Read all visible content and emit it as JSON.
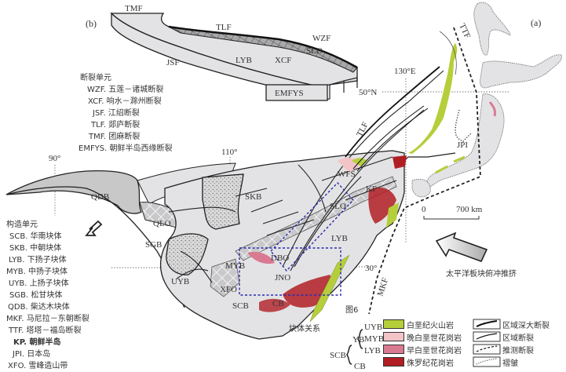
{
  "panel_b": {
    "tag": "(b)",
    "labels": {
      "TMF": "TMF",
      "TLF": "TLF",
      "WZF": "WZF",
      "SLO": "SLO",
      "XCF": "XCF",
      "LYB": "LYB",
      "JSF": "JSF",
      "EMFYS": "EMFYS"
    },
    "fault_units_title": "断裂单元",
    "fault_units": [
      "WZF. 五莲－诸城断裂",
      "XCF. 响水－滁州断裂",
      "JSF. 江绍断裂",
      "TLF. 郯庐断裂",
      "TMF. 团麻断裂",
      "EMFYS. 朝鲜半岛西缘断裂"
    ]
  },
  "panel_a": {
    "tag": "(a)",
    "grid": {
      "lon90": "90°",
      "lon110": "110°",
      "lon130": "130°E",
      "lat50": "50°N",
      "lat30": "30°"
    },
    "map_labels": {
      "QDB": "QDB",
      "QLO": "QLO",
      "SGB": "SGB",
      "SKB": "SKB",
      "SLO": "SLO",
      "LYB": "LYB",
      "MYB": "MYB",
      "UYB": "UYB",
      "DBO": "DBO",
      "JNO": "JNO",
      "XFO": "XFO",
      "SCB": "SCB",
      "CB": "CB",
      "KP": "KP",
      "WFS": "WFS",
      "JPI": "JPI",
      "TLF": "TLF",
      "TTF": "TTF",
      "MKF": "MKF"
    },
    "fig_ref": "图6",
    "scale": {
      "zero": "0",
      "max": "700 km"
    },
    "push_label": "太平洋板块俯冲推挤"
  },
  "tectonic_units_title": "构造单元",
  "tectonic_units": [
    "SCB. 华南块体",
    "SKB. 中朝块体",
    "LYB. 下扬子块体",
    "MYB. 中扬子块体",
    "UYB. 上扬子块体",
    "SGB. 松甘块体",
    "QDB. 柴达木块体",
    "MKF. 马尼拉－东朝断裂",
    "TTF. 塔塔－福岛断裂",
    "KP. 朝鲜半岛",
    "JPI. 日本岛",
    "XFO. 雪峰造山带"
  ],
  "block_relation": {
    "title": "块体关系",
    "SCB": "SCB",
    "YB": "YB",
    "CB": "CB",
    "UYB": "UYB",
    "MYB": "MYB",
    "LYB": "LYB"
  },
  "legend": {
    "rocks": [
      {
        "label": "白垩纪火山岩",
        "color": "#b5cf3a"
      },
      {
        "label": "晚白垩世花岗岩",
        "color": "#f2c4c8"
      },
      {
        "label": "早白垩世花岗岩",
        "color": "#d97a92"
      },
      {
        "label": "侏罗纪花岗岩",
        "color": "#b01e24"
      }
    ],
    "lines": [
      {
        "label": "区域深大断裂",
        "icon": "thick-fault-icon"
      },
      {
        "label": "区域断裂",
        "icon": "fault-icon"
      },
      {
        "label": "推测断裂",
        "icon": "inferred-fault-icon"
      },
      {
        "label": "褶皱",
        "icon": "fold-icon"
      }
    ]
  },
  "colors": {
    "block": "#e3e3e5",
    "qdb": "#c8c8c8",
    "volcanic": "#b5cf3a",
    "late_granite": "#f2c4c8",
    "early_granite": "#d97a92",
    "jurassic": "#b01e24",
    "box": "#2b2bb0"
  }
}
